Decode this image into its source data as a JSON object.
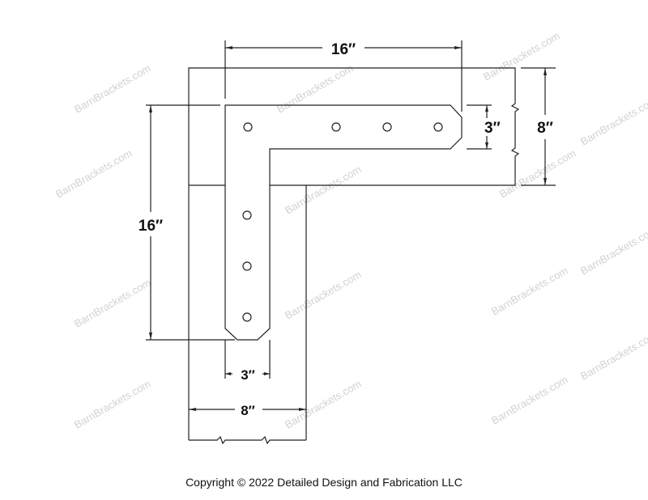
{
  "dimensions": {
    "top_length": "16″",
    "left_length": "16″",
    "strap_width_right": "3″",
    "beam_depth_right": "8″",
    "strap_width_bottom": "3″",
    "post_width_bottom": "8″"
  },
  "watermark": "BarnBrackets.com",
  "copyright": "Copyright © 2022 Detailed Design and Fabrication LLC"
}
